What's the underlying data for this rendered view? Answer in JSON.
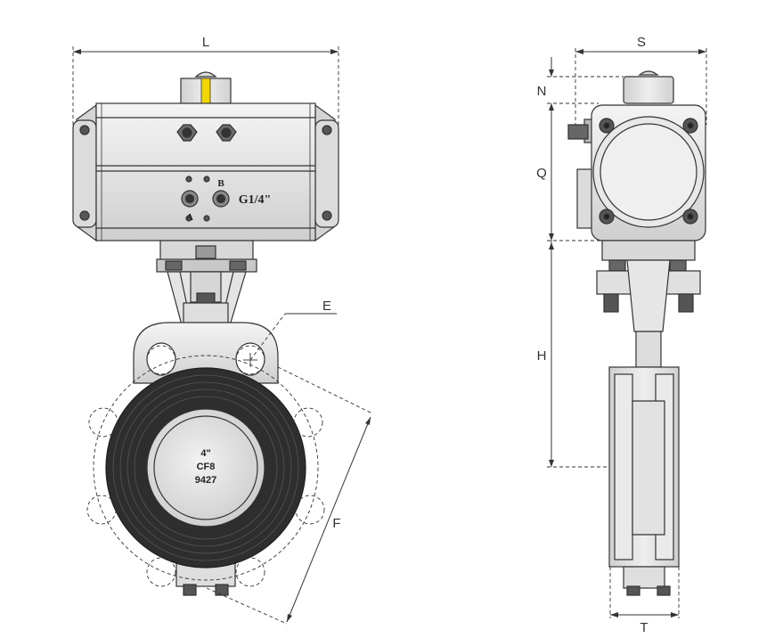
{
  "dimensions": {
    "L": "L",
    "S": "S",
    "N": "N",
    "Q": "Q",
    "H": "H",
    "E": "E",
    "F": "F",
    "T": "T"
  },
  "actuator": {
    "port_a": "A",
    "port_b": "B",
    "port_size": "G1/4\""
  },
  "valve_body": {
    "size": "4\"",
    "material": "CF8",
    "code": "9427"
  },
  "colors": {
    "line": "#333333",
    "metal": "#e6e6e6",
    "metal_dark": "#bfbfbf",
    "liner": "#2e2e2e",
    "indicator": "#f2d600"
  }
}
